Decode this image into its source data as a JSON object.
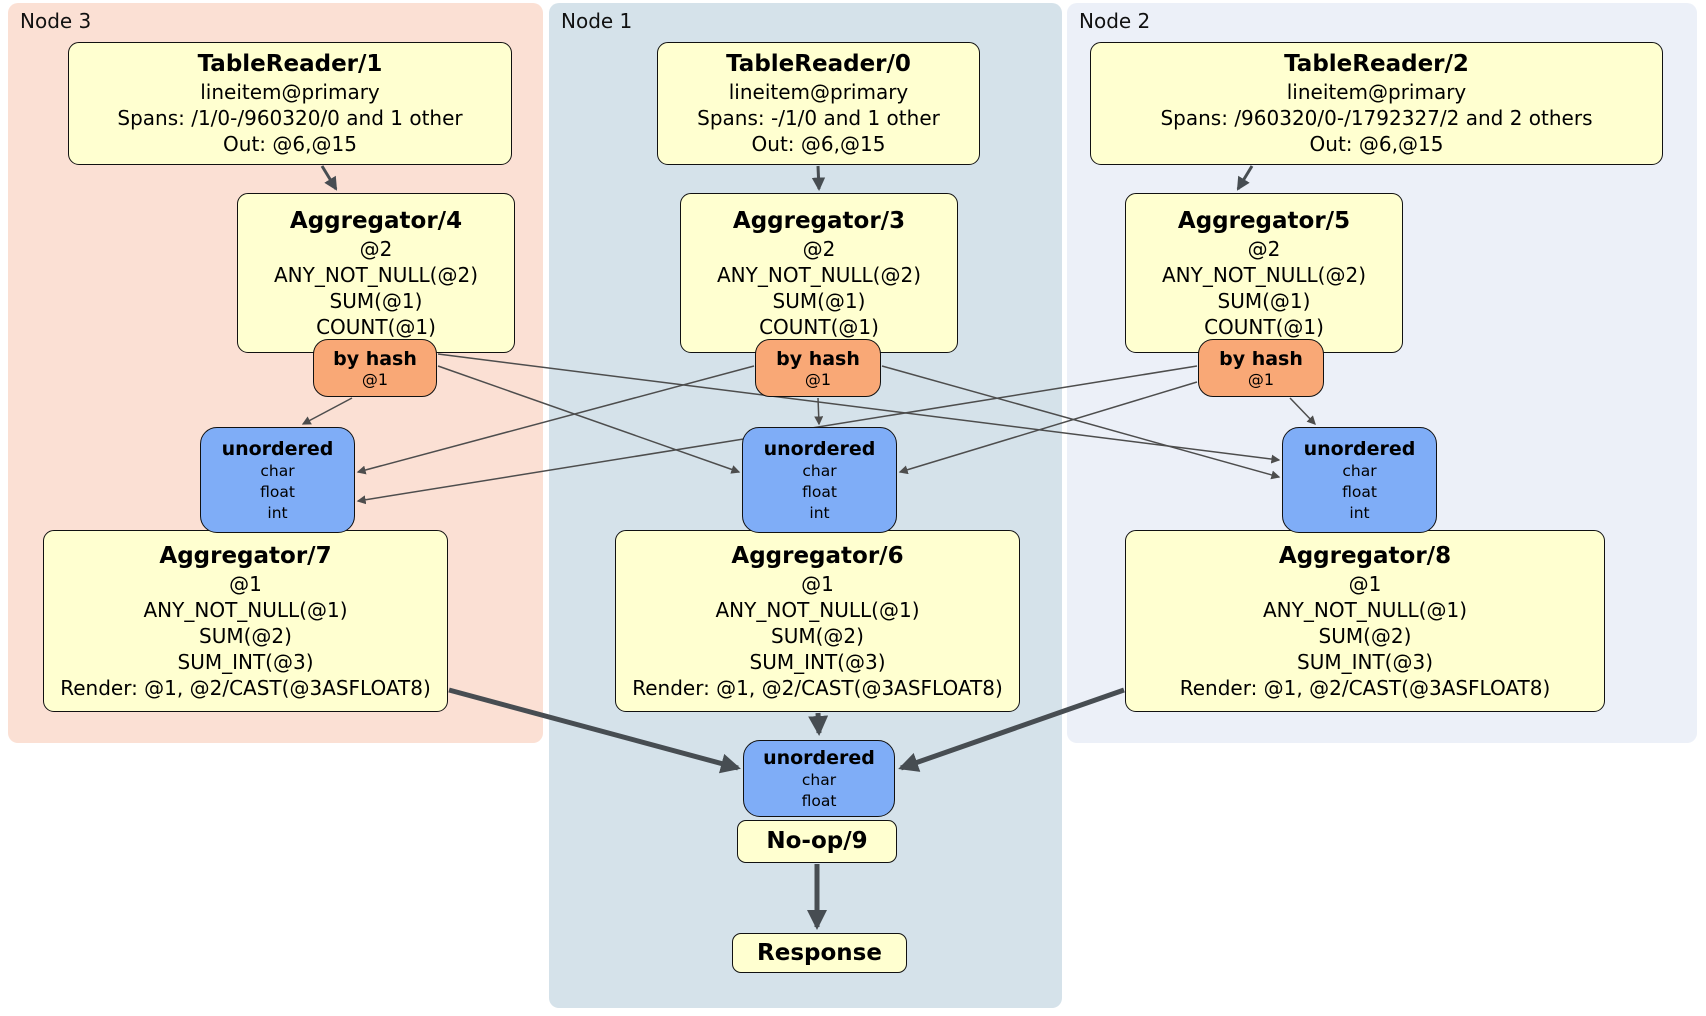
{
  "groups": [
    {
      "label": "Node 3"
    },
    {
      "label": "Node 1"
    },
    {
      "label": "Node 2"
    }
  ],
  "boxes": {
    "tr1": {
      "title": "TableReader/1",
      "lines": [
        "lineitem@primary",
        "Spans: /1/0-/960320/0 and 1 other",
        "Out: @6,@15"
      ]
    },
    "tr0": {
      "title": "TableReader/0",
      "lines": [
        "lineitem@primary",
        "Spans: -/1/0 and 1 other",
        "Out: @6,@15"
      ]
    },
    "tr2": {
      "title": "TableReader/2",
      "lines": [
        "lineitem@primary",
        "Spans: /960320/0-/1792327/2 and 2 others",
        "Out: @6,@15"
      ]
    },
    "agg4": {
      "title": "Aggregator/4",
      "lines": [
        "@2",
        "ANY_NOT_NULL(@2)",
        "SUM(@1)",
        "COUNT(@1)"
      ]
    },
    "agg3": {
      "title": "Aggregator/3",
      "lines": [
        "@2",
        "ANY_NOT_NULL(@2)",
        "SUM(@1)",
        "COUNT(@1)"
      ]
    },
    "agg5": {
      "title": "Aggregator/5",
      "lines": [
        "@2",
        "ANY_NOT_NULL(@2)",
        "SUM(@1)",
        "COUNT(@1)"
      ]
    },
    "hash4": {
      "title": "by hash",
      "sub": "@1"
    },
    "hash3": {
      "title": "by hash",
      "sub": "@1"
    },
    "hash5": {
      "title": "by hash",
      "sub": "@1"
    },
    "sync3": {
      "title": "unordered",
      "items": [
        "char",
        "float",
        "int"
      ]
    },
    "sync1": {
      "title": "unordered",
      "items": [
        "char",
        "float",
        "int"
      ]
    },
    "sync2": {
      "title": "unordered",
      "items": [
        "char",
        "float",
        "int"
      ]
    },
    "agg7": {
      "title": "Aggregator/7",
      "lines": [
        "@1",
        "ANY_NOT_NULL(@1)",
        "SUM(@2)",
        "SUM_INT(@3)",
        "Render: @1, @2/CAST(@3ASFLOAT8)"
      ]
    },
    "agg6": {
      "title": "Aggregator/6",
      "lines": [
        "@1",
        "ANY_NOT_NULL(@1)",
        "SUM(@2)",
        "SUM_INT(@3)",
        "Render: @1, @2/CAST(@3ASFLOAT8)"
      ]
    },
    "agg8": {
      "title": "Aggregator/8",
      "lines": [
        "@1",
        "ANY_NOT_NULL(@1)",
        "SUM(@2)",
        "SUM_INT(@3)",
        "Render: @1, @2/CAST(@3ASFLOAT8)"
      ]
    },
    "syncF": {
      "title": "unordered",
      "items": [
        "char",
        "float"
      ]
    },
    "noop": {
      "title": "No-op/9"
    },
    "resp": {
      "title": "Response"
    }
  },
  "edges": [
    {
      "id": "tr1-agg4",
      "from": "TableReader/1",
      "to": "Aggregator/4",
      "kind": "mid"
    },
    {
      "id": "tr0-agg3",
      "from": "TableReader/0",
      "to": "Aggregator/3",
      "kind": "mid"
    },
    {
      "id": "tr2-agg5",
      "from": "TableReader/2",
      "to": "Aggregator/5",
      "kind": "mid"
    },
    {
      "id": "hash4-sync3",
      "from": "by hash @1 (Node 3)",
      "to": "unordered (Node 3)",
      "kind": "thin"
    },
    {
      "id": "hash4-sync1",
      "from": "by hash @1 (Node 3)",
      "to": "unordered (Node 1)",
      "kind": "thin"
    },
    {
      "id": "hash4-sync2",
      "from": "by hash @1 (Node 3)",
      "to": "unordered (Node 2)",
      "kind": "thin"
    },
    {
      "id": "hash3-sync3",
      "from": "by hash @1 (Node 1)",
      "to": "unordered (Node 3)",
      "kind": "thin"
    },
    {
      "id": "hash3-sync1",
      "from": "by hash @1 (Node 1)",
      "to": "unordered (Node 1)",
      "kind": "thin"
    },
    {
      "id": "hash3-sync2",
      "from": "by hash @1 (Node 1)",
      "to": "unordered (Node 2)",
      "kind": "thin"
    },
    {
      "id": "hash5-sync3",
      "from": "by hash @1 (Node 2)",
      "to": "unordered (Node 3)",
      "kind": "thin"
    },
    {
      "id": "hash5-sync1",
      "from": "by hash @1 (Node 2)",
      "to": "unordered (Node 1)",
      "kind": "thin"
    },
    {
      "id": "hash5-sync2",
      "from": "by hash @1 (Node 2)",
      "to": "unordered (Node 2)",
      "kind": "thin"
    },
    {
      "id": "agg7-syncF",
      "from": "Aggregator/7",
      "to": "unordered final",
      "kind": "thick"
    },
    {
      "id": "agg6-syncF",
      "from": "Aggregator/6",
      "to": "unordered final",
      "kind": "thick"
    },
    {
      "id": "agg8-syncF",
      "from": "Aggregator/8",
      "to": "unordered final",
      "kind": "thick"
    },
    {
      "id": "noop-resp",
      "from": "No-op/9",
      "to": "Response",
      "kind": "thick"
    }
  ],
  "colors": {
    "band-node3": "#fbe0d4",
    "band-node1": "#d5e2ea",
    "band-node2": "#ecf0f8",
    "processor": "#ffffd0",
    "router": "#f9a876",
    "sync": "#7fadf7",
    "edge-thin": "#4d4d4d",
    "edge-thick": "#474d52"
  }
}
